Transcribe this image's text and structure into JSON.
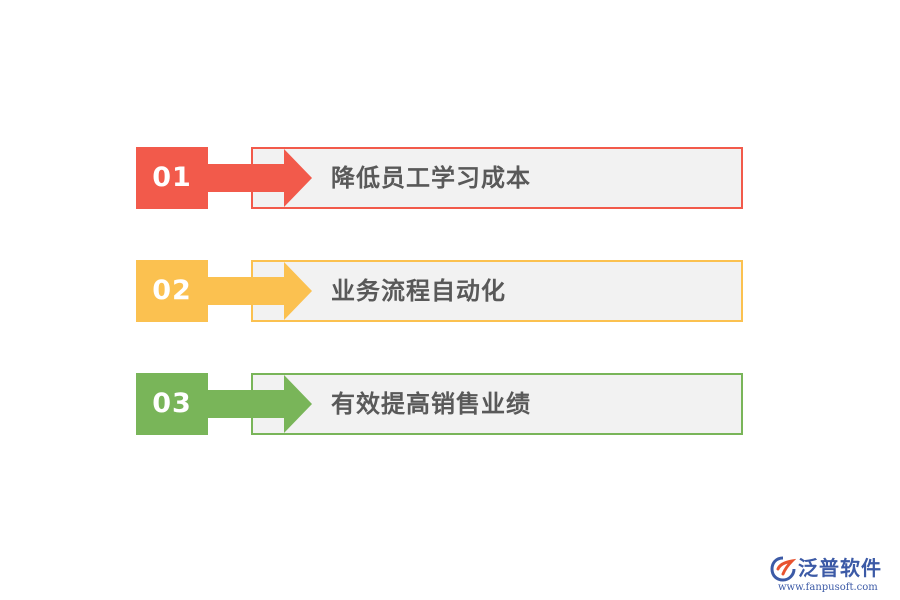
{
  "items": [
    {
      "number": "01",
      "label": "降低员工学习成本",
      "color": "#f25a4b"
    },
    {
      "number": "02",
      "label": "业务流程自动化",
      "color": "#fbc150"
    },
    {
      "number": "03",
      "label": "有效提高销售业绩",
      "color": "#79b559"
    }
  ],
  "logo": {
    "name": "泛普软件",
    "url": "www.fanpusoft.com",
    "icon": "fanpu-logo-icon"
  }
}
